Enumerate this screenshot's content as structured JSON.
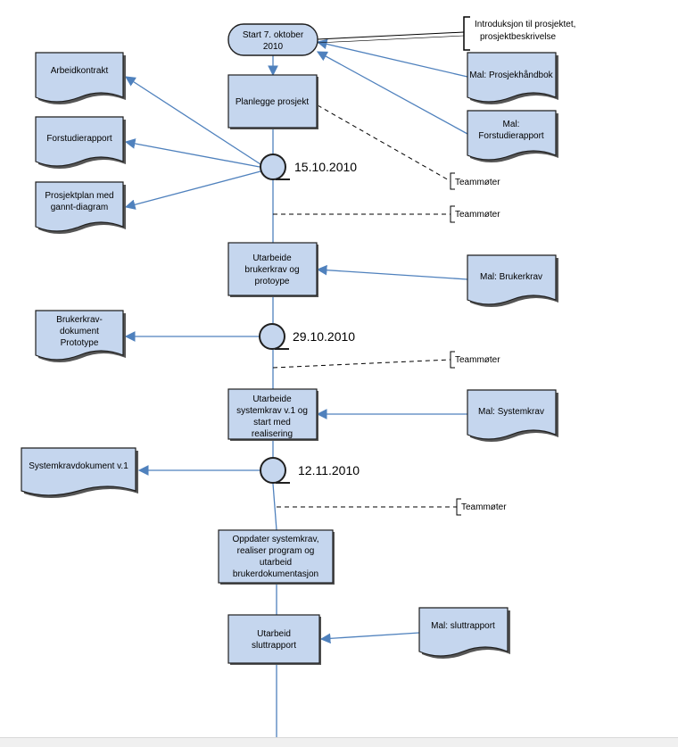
{
  "colors": {
    "fill": "#c5d6ee",
    "stroke": "#1f1f1f",
    "connector": "#4f81bd",
    "dashed": "#000000"
  },
  "start": {
    "line1": "Start 7. oktober",
    "line2": "2010"
  },
  "annotation_intro": {
    "line1": "Introduksjon til prosjektet,",
    "line2": "prosjektbeskrivelse"
  },
  "processes": {
    "planlegge": [
      "Planlegge prosjekt"
    ],
    "brukerkrav": [
      "Utarbeide",
      "brukerkrav og",
      "protoype"
    ],
    "systemkrav": [
      "Utarbeide",
      "systemkrav v.1 og",
      "start med",
      "realisering"
    ],
    "oppdater": [
      "Oppdater systemkrav,",
      "realiser program og",
      "utarbeid",
      "brukerdokumentasjon"
    ],
    "sluttrapport": [
      "Utarbeid",
      "sluttrapport"
    ]
  },
  "documents_left": {
    "arbeidskontrakt": [
      "Arbeidkontrakt"
    ],
    "forstudierapport": [
      "Forstudierapport"
    ],
    "prosjektplan": [
      "Prosjektplan med",
      "gannt-diagram"
    ],
    "brukerkrav_dok": [
      "Brukerkrav-",
      "dokument",
      "Prototype"
    ],
    "systemkrav_dok": [
      "Systemkravdokument v.1"
    ]
  },
  "documents_right": {
    "prosjekthandbok": [
      "Mal: Prosjekhåndbok"
    ],
    "forstudie_mal": [
      "Mal:",
      "Forstudierapport"
    ],
    "brukerkrav_mal": [
      "Mal: Brukerkrav"
    ],
    "systemkrav_mal": [
      "Mal: Systemkrav"
    ],
    "sluttrapport_mal": [
      "Mal: sluttrapport"
    ]
  },
  "milestones": [
    "15.10.2010",
    "29.10.2010",
    "12.11.2010"
  ],
  "meetings": {
    "m1": "Teammøter",
    "m2": "Teammøter",
    "m3": "Teammøter",
    "m4": "Teammøter"
  }
}
